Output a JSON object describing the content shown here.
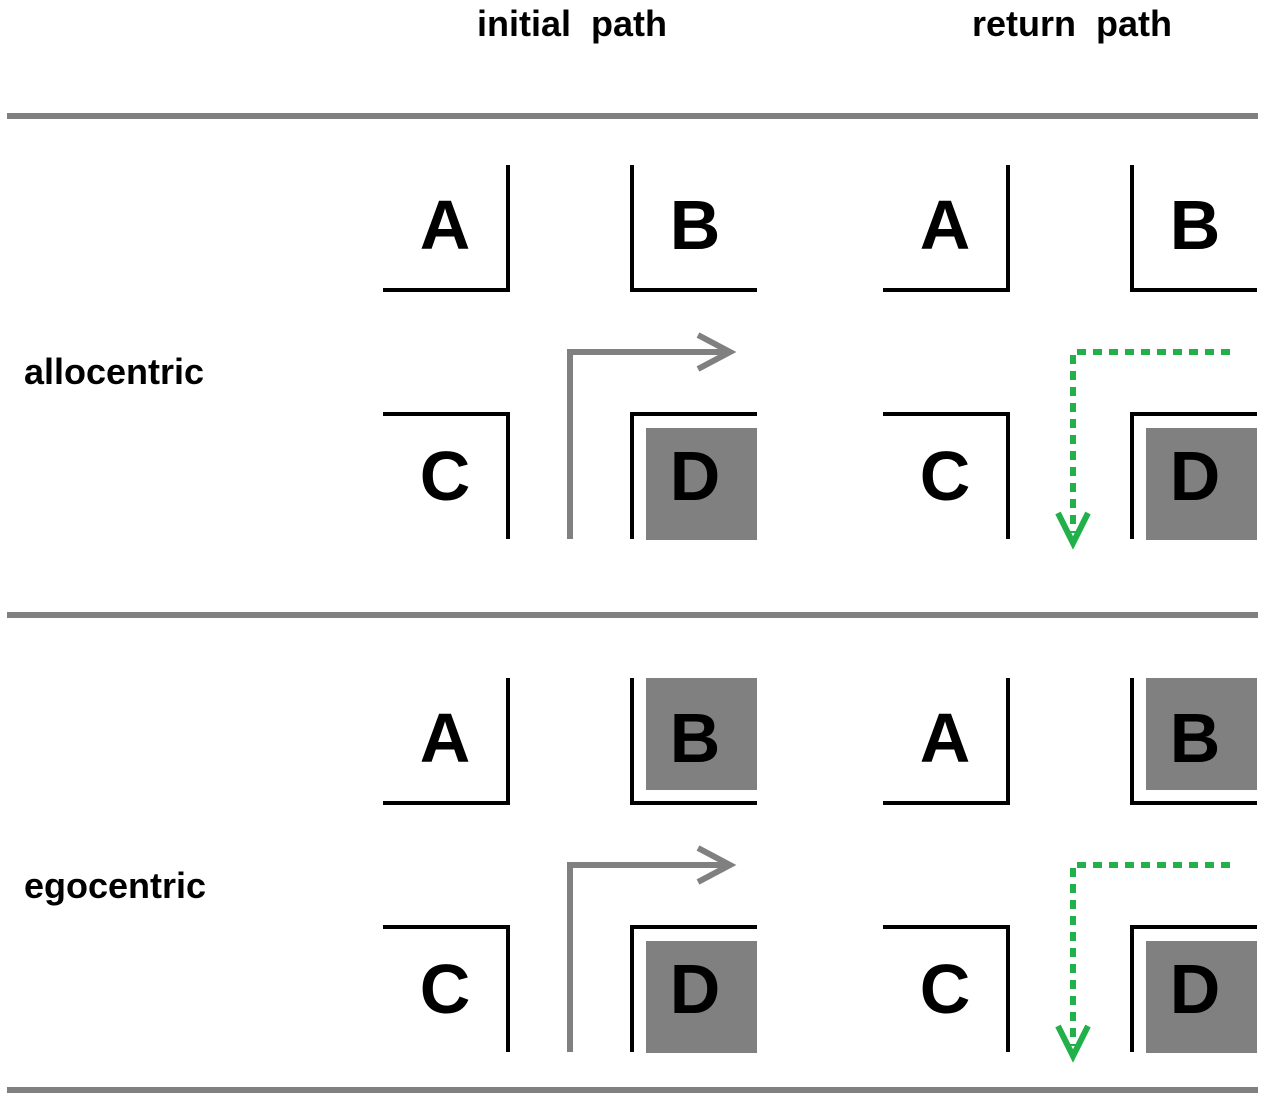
{
  "columns": [
    "initial  path",
    "return  path"
  ],
  "rows": [
    {
      "label": "allocentric",
      "panels": [
        {
          "letters": [
            "A",
            "B",
            "C",
            "D"
          ],
          "highlighted": [
            "D"
          ],
          "path": "initial"
        },
        {
          "letters": [
            "A",
            "B",
            "C",
            "D"
          ],
          "highlighted": [
            "D"
          ],
          "path": "return"
        }
      ]
    },
    {
      "label": "egocentric",
      "panels": [
        {
          "letters": [
            "A",
            "B",
            "C",
            "D"
          ],
          "highlighted": [
            "B",
            "D"
          ],
          "path": "initial"
        },
        {
          "letters": [
            "A",
            "B",
            "C",
            "D"
          ],
          "highlighted": [
            "B",
            "D"
          ],
          "path": "return"
        }
      ]
    }
  ],
  "colors": {
    "divider": "#808080",
    "wall": "#000000",
    "goal_fill": "#808080",
    "initial_path": "#808080",
    "return_path": "#22b04b",
    "text": "#000000"
  }
}
